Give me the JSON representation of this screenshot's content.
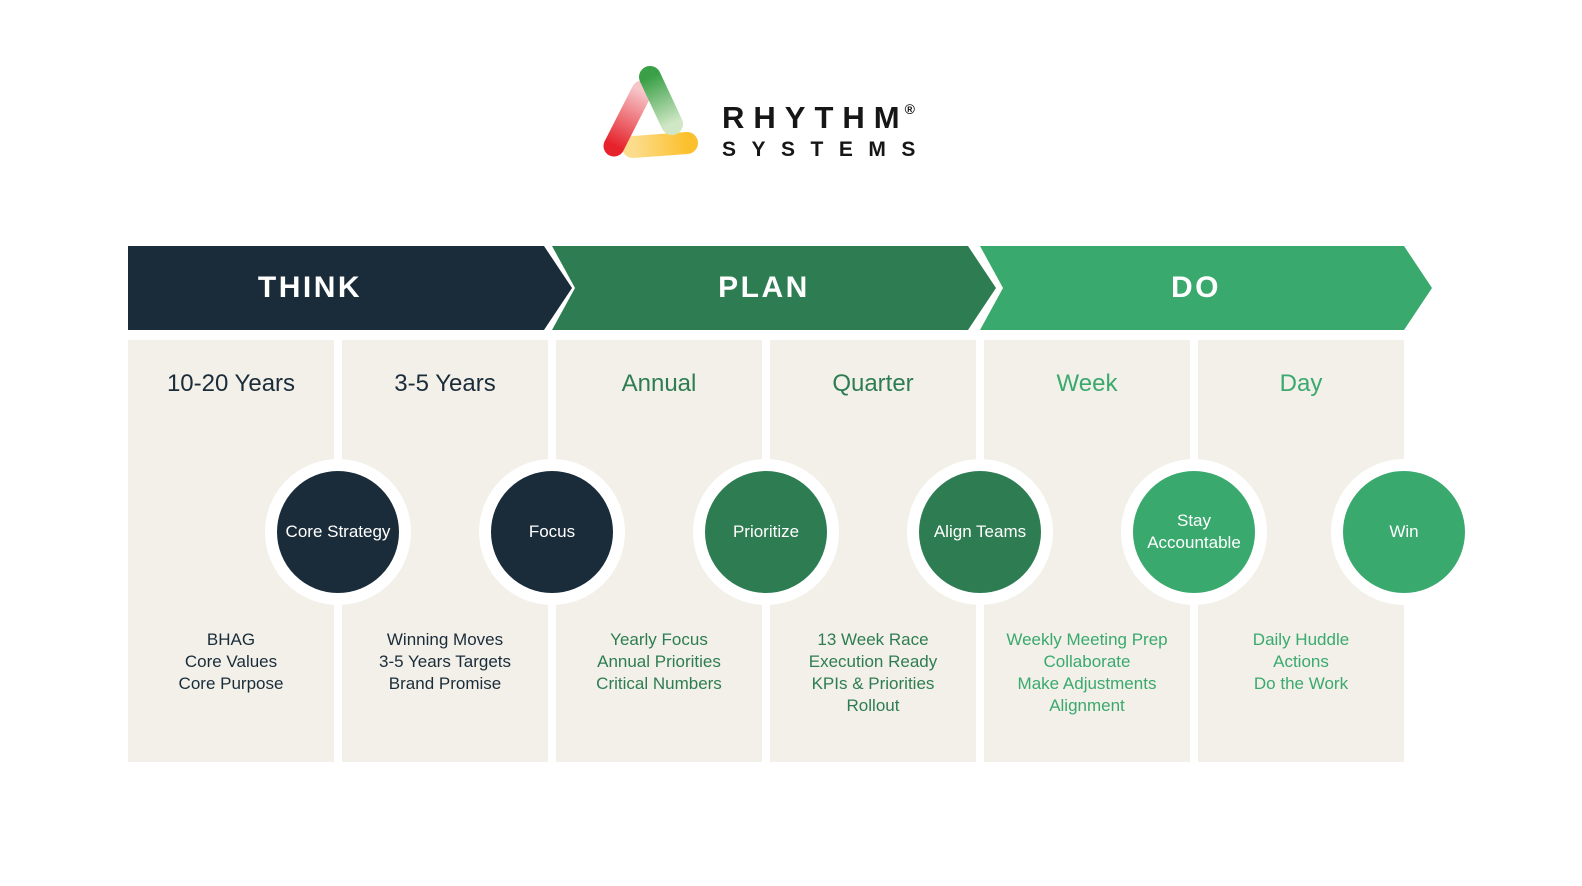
{
  "palette": {
    "navy": "#1a2c3a",
    "green_mid": "#2e7d52",
    "green_light": "#3aa96e",
    "column_beige": "#f2f0e8",
    "background": "#ffffff",
    "logo_green": "#3aa047",
    "logo_red": "#e6222b",
    "logo_yellow": "#fbc02d",
    "logo_text_black": "#161616"
  },
  "logo": {
    "brand_line1": "RHYTHM",
    "registered_mark": "®",
    "brand_line2": "SYSTEMS",
    "icon": "rhythm-triangle-icon"
  },
  "banners": [
    {
      "label": "THINK",
      "color": "#1a2c3a"
    },
    {
      "label": "PLAN",
      "color": "#2e7d52"
    },
    {
      "label": "DO",
      "color": "#3aa96e"
    }
  ],
  "columns": [
    {
      "header": "10-20 Years",
      "circle_label": "Core Strategy",
      "items": [
        "BHAG",
        "Core Values",
        "Core Purpose"
      ],
      "accent": "#1a2c3a"
    },
    {
      "header": "3-5 Years",
      "circle_label": "Focus",
      "items": [
        "Winning Moves",
        "3-5 Years Targets",
        "Brand Promise"
      ],
      "accent": "#1a2c3a"
    },
    {
      "header": "Annual",
      "circle_label": "Prioritize",
      "items": [
        "Yearly Focus",
        "Annual Priorities",
        "Critical Numbers"
      ],
      "accent": "#2e7d52"
    },
    {
      "header": "Quarter",
      "circle_label": "Align Teams",
      "items": [
        "13 Week Race",
        "Execution Ready",
        "KPIs & Priorities",
        "Rollout"
      ],
      "accent": "#2e7d52"
    },
    {
      "header": "Week",
      "circle_label": "Stay Accountable",
      "items": [
        "Weekly Meeting Prep",
        "Collaborate",
        "Make Adjustments",
        "Alignment"
      ],
      "accent": "#3aa96e"
    },
    {
      "header": "Day",
      "circle_label": "Win",
      "items": [
        "Daily Huddle",
        "Actions",
        "Do the Work"
      ],
      "accent": "#3aa96e"
    }
  ]
}
